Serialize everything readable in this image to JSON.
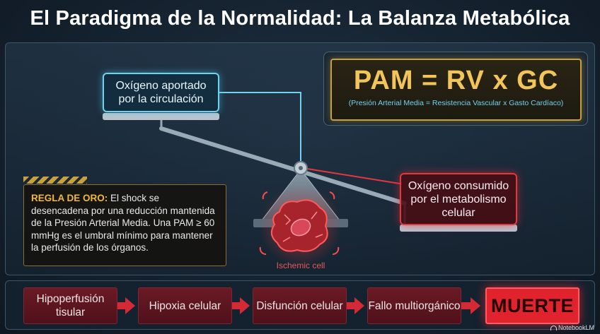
{
  "title": "El Paradigma de la Normalidad: La Balanza Metabólica",
  "formula": {
    "main": "PAM = RV x GC",
    "sub": "(Presión Arterial Media = Resistencia Vascular x Gasto Cardíaco)"
  },
  "balance": {
    "left_label": "Oxígeno aportado por la circulación",
    "right_label": "Oxígeno consumido por el metabolismo celular",
    "cell_label": "Ischemic cell"
  },
  "rule": {
    "label": "REGLA DE ORO:",
    "text": " El shock se desencadena por una reducción mantenida de la Presión Arterial Media. Una PAM ≥ 60 mmHg es el umbral mínimo para mantener la perfusión de los órganos."
  },
  "cascade": {
    "steps": [
      "Hipoperfusión tisular",
      "Hipoxia celular",
      "Disfunción celular",
      "Fallo multiorgánico"
    ],
    "final": "MUERTE"
  },
  "brand": "NotebookLM",
  "colors": {
    "cyan": "#6fd3f0",
    "red": "#e6363e",
    "gold": "#f2c55a",
    "background": "#15222f"
  }
}
